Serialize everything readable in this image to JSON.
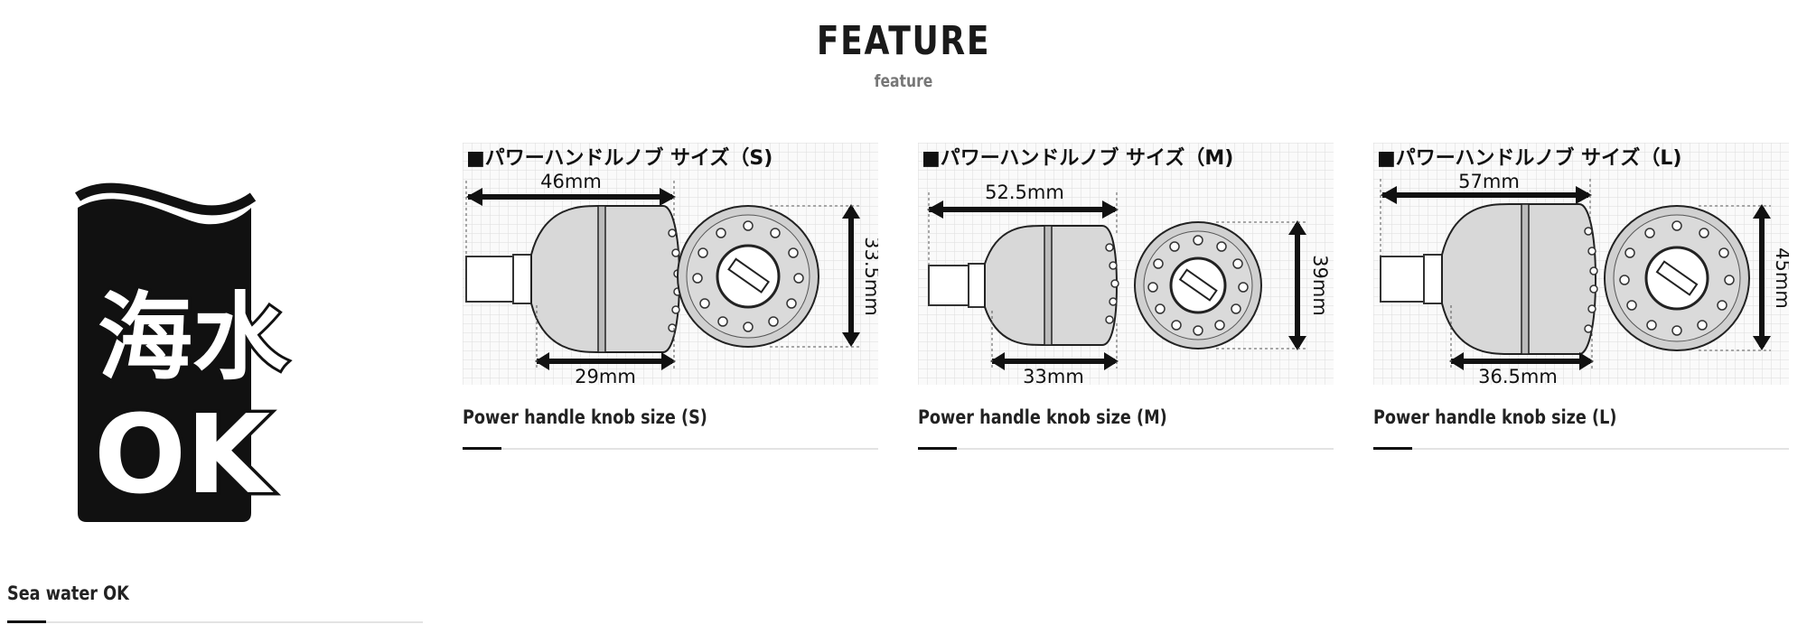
{
  "header": {
    "title": "FEATURE",
    "subtitle": "feature"
  },
  "features": [
    {
      "caption": "Sea water OK",
      "badge": {
        "line1": "海水",
        "line2": "OK"
      }
    },
    {
      "caption": "Power handle knob size (S)",
      "diagram": {
        "heading": "■パワーハンドルノブ サイズ（S)",
        "length": "46mm",
        "body": "29mm",
        "height": "33.5mm"
      }
    },
    {
      "caption": "Power handle knob size (M)",
      "diagram": {
        "heading": "■パワーハンドルノブ サイズ（M)",
        "length": "52.5mm",
        "body": "33mm",
        "height": "39mm"
      }
    },
    {
      "caption": "Power handle knob size (L)",
      "diagram": {
        "heading": "■パワーハンドルノブ サイズ（L)",
        "length": "57mm",
        "body": "36.5mm",
        "height": "45mm"
      }
    }
  ]
}
